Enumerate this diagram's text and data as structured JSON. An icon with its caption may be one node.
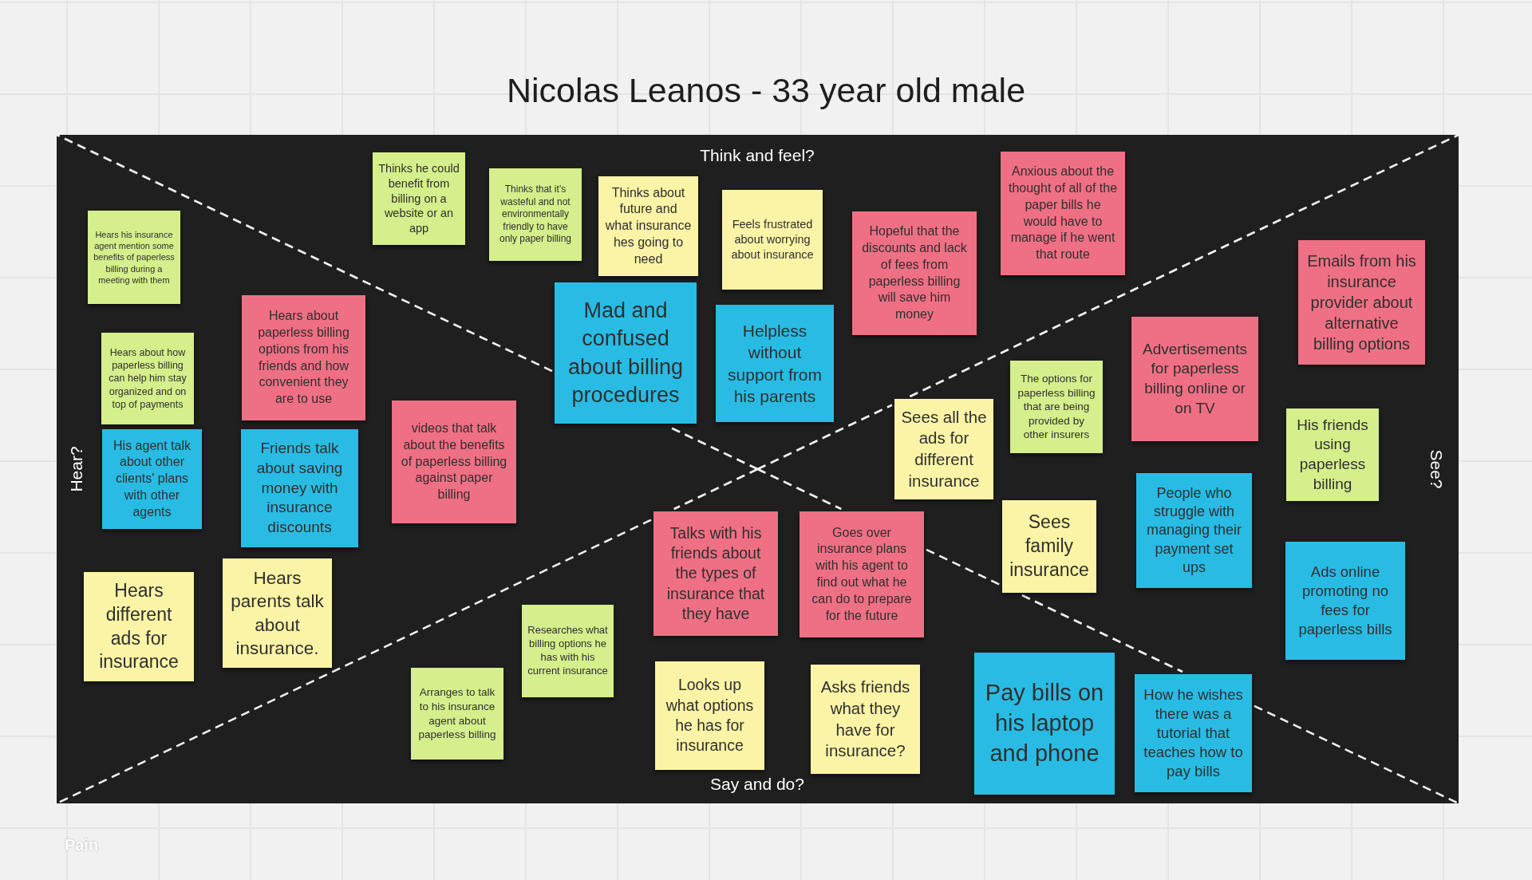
{
  "diagram": {
    "title": "Nicolas Leanos - 33 year old male",
    "nodes": [
      {
        "text": [
          "Think and feel?",
          "Hear?",
          "See?",
          "Say and do?"
        ]
      },
      {
        "text": [
          "Thinks he could benefit from billing on a website or an app"
        ],
        "in": 0
      },
      {
        "text": [
          "Thinks that it’s wasteful and not environmentally friendly to have only paper billing"
        ],
        "in": 0
      },
      {
        "text": [
          "Thinks about future and what insurance hes going to need"
        ],
        "in": 0
      },
      {
        "text": [
          "Feels frustrated about worrying about insurance"
        ],
        "in": 0
      },
      {
        "text": [
          "Hopeful that the discounts and lack of fees from paperless billing will save him money"
        ],
        "in": 0
      },
      {
        "text": [
          "Anxious about the thought of all of the paper bills he would have to manage if he went that route"
        ],
        "in": 0
      },
      {
        "text": [
          "Mad and confused about billing procedures"
        ],
        "in": 0
      },
      {
        "text": [
          "Helpless without support from his parents"
        ],
        "in": 0
      },
      {
        "text": [
          "Hears his insurance agent mention some benefits of paperless billing during a meeting with them"
        ],
        "in": 0
      },
      {
        "text": [
          "Hears about how paperless billing can help him stay organized and on top of payments"
        ],
        "in": 0
      },
      {
        "text": [
          "Hears about paperless billing options from his friends and how convenient they are to use"
        ],
        "in": 0
      },
      {
        "text": [
          "videos that talk about the benefits of paperless billing against paper billing"
        ],
        "in": 0
      },
      {
        "text": [
          "His agent talk about other clients' plans with other agents"
        ],
        "in": 0
      },
      {
        "text": [
          "Friends talk about saving money with insurance discounts"
        ],
        "in": 0
      },
      {
        "text": [
          "Hears different ads for insurance"
        ],
        "in": 0
      },
      {
        "text": [
          "Hears parents talk about insurance."
        ],
        "in": 0
      },
      {
        "text": [
          "Emails from his insurance provider about alternative billing options"
        ],
        "in": 0
      },
      {
        "text": [
          "Advertisements for paperless billing online or on TV"
        ],
        "in": 0
      },
      {
        "text": [
          "The options for paperless billing that are being provided by other insurers"
        ],
        "in": 0
      },
      {
        "text": [
          "Sees all the ads for different insurance"
        ],
        "in": 0
      },
      {
        "text": [
          "His friends using paperless billing"
        ],
        "in": 0
      },
      {
        "text": [
          "People who struggle with managing their payment set ups"
        ],
        "in": 0
      },
      {
        "text": [
          "Sees family insurance"
        ],
        "in": 0
      },
      {
        "text": [
          "Ads online promoting no fees for paperless bills"
        ],
        "in": 0
      },
      {
        "text": [
          "Talks with his friends about the types of insurance that they have"
        ],
        "in": 0
      },
      {
        "text": [
          "Goes over insurance plans with his agent to find out what he can do to prepare for the future"
        ],
        "in": 0
      },
      {
        "text": [
          "Researches what billing options he has with his current insurance"
        ],
        "in": 0
      },
      {
        "text": [
          "Pay bills on his laptop and phone"
        ],
        "in": 0
      },
      {
        "text": [
          "Arranges to talk to his insurance agent about paperless billing"
        ],
        "in": 0
      },
      {
        "text": [
          "Looks up what options he has for insurance"
        ],
        "in": 0
      },
      {
        "text": [
          "Asks friends what they have for insurance?"
        ],
        "in": 0
      },
      {
        "text": [
          "How he wishes there was a tutorial that teaches how to pay bills"
        ],
        "in": 0
      }
    ],
    "labels": [
      "Pain"
    ]
  }
}
